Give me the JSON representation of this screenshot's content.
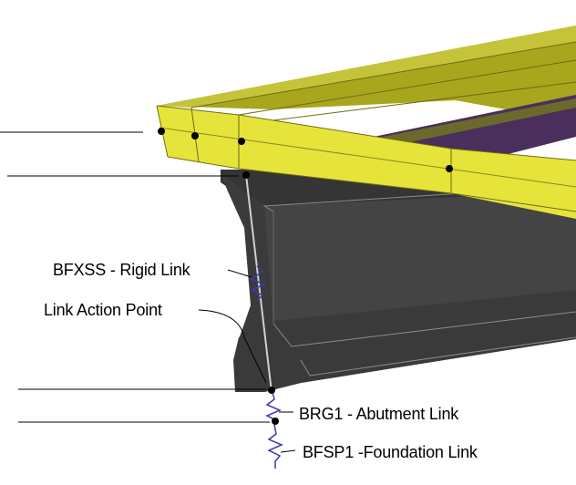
{
  "labels": {
    "rigid_link": "BFXSS - Rigid Link",
    "action_point": "Link Action Point",
    "abutment_link": "BRG1 -  Abutment Link",
    "foundation_link": "BFSP1 -Foundation Link"
  },
  "colors": {
    "deck_top": "#a8a61c",
    "deck_face": "#e8e63c",
    "deck_edge": "#6f6d12",
    "purple_strip": "#4a2f5c",
    "girder_front": "#3a3a3a",
    "girder_face": "#444444",
    "girder_edge": "#8c8c8c",
    "spring": "#3a3aa8"
  }
}
